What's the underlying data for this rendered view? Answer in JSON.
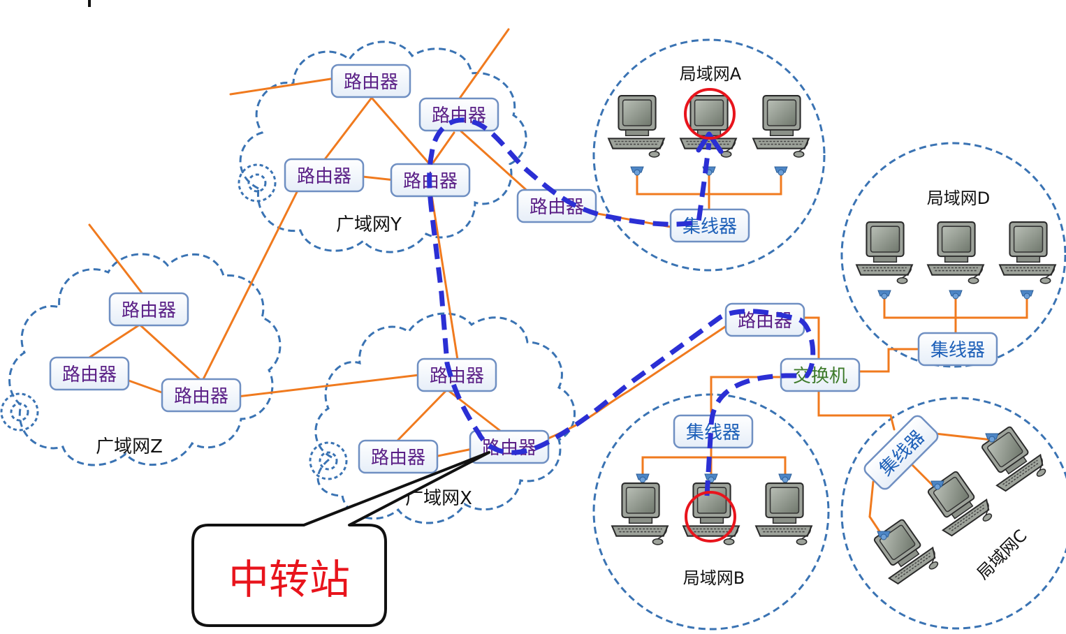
{
  "labels": {
    "router": "路由器",
    "hub": "集线器",
    "switch": "交换机",
    "wan_y": "广域网Y",
    "wan_z": "广域网Z",
    "wan_x": "广域网X",
    "lan_a": "局域网A",
    "lan_b": "局域网B",
    "lan_c": "局域网C",
    "lan_d": "局域网D",
    "relay_callout": "中转站"
  },
  "colors": {
    "link": "#f07a1e",
    "cloud": "#3a73b3",
    "route_path": "#2b2fd4",
    "highlight": "#e8141c",
    "router_text": "#5a1f86",
    "hub_text": "#1c5fb8",
    "switch_text": "#3d7a2a"
  }
}
